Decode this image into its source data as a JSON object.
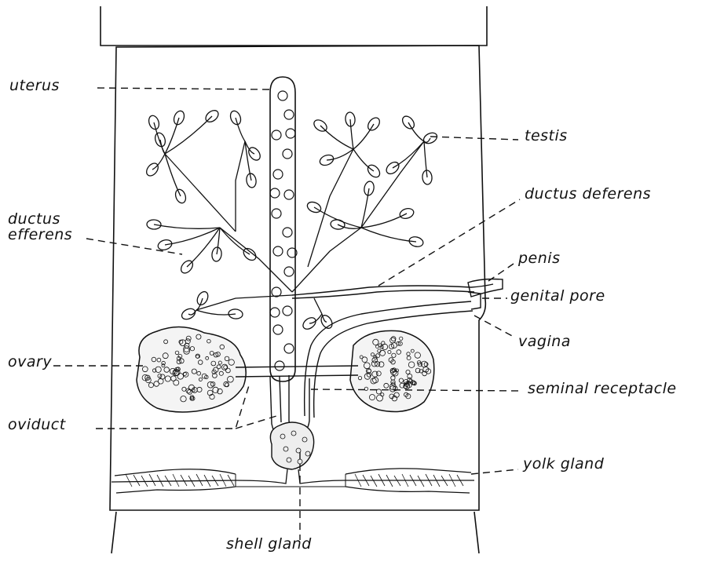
{
  "figure": {
    "labels": {
      "uterus": "uterus",
      "testis": "testis",
      "ductus_deferens": "ductus deferens",
      "ductus_efferens_line1": "ductus",
      "ductus_efferens_line2": "efferens",
      "penis": "penis",
      "genital_pore": "genital pore",
      "vagina": "vagina",
      "ovary": "ovary",
      "seminal_receptacle": "seminal receptacle",
      "oviduct": "oviduct",
      "yolk_gland": "yolk gland",
      "shell_gland": "shell gland"
    },
    "colors": {
      "ink": "#111111",
      "paper": "#ffffff"
    }
  }
}
